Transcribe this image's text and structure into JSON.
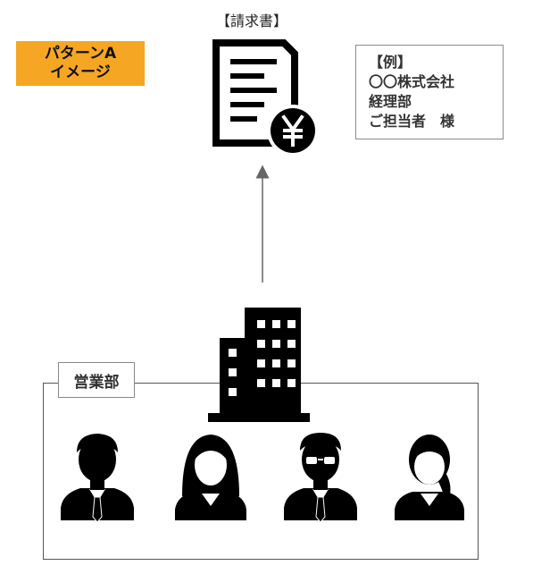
{
  "pattern_badge": {
    "line1": "パターンA",
    "line2": "イメージ",
    "color": "#f5a623"
  },
  "invoice": {
    "title": "【請求書】",
    "icon": "invoice-document-yen-icon"
  },
  "recipient_example": {
    "line1": "【例】",
    "line2": "〇〇株式会社",
    "line3": "経理部",
    "line4": "ご担当者　様"
  },
  "sales_department": {
    "label": "営業部",
    "building_icon": "office-building-icon",
    "members": [
      {
        "icon": "man-with-tie-icon"
      },
      {
        "icon": "woman-long-hair-icon"
      },
      {
        "icon": "man-with-glasses-icon"
      },
      {
        "icon": "woman-ponytail-icon"
      }
    ]
  }
}
